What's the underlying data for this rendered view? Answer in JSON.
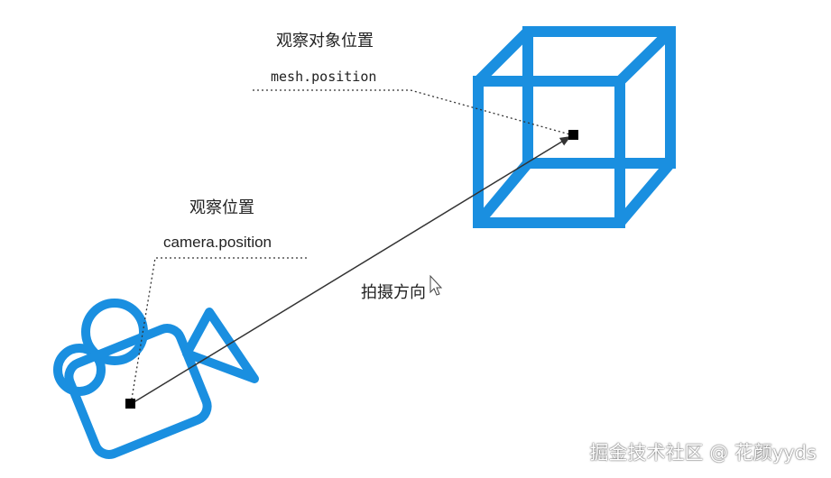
{
  "colors": {
    "accent": "#1a8fe0",
    "marker": "#000000",
    "line": "#333333"
  },
  "icons": {
    "cube": "cube-wireframe-icon",
    "camera": "movie-camera-icon",
    "cursor": "mouse-pointer-icon"
  },
  "labels": {
    "target_title": "观察对象位置",
    "target_code": "mesh.position",
    "camera_title": "观察位置",
    "camera_code": "camera.position",
    "direction": "拍摄方向"
  },
  "watermark": "掘金技术社区 @ 花颜yyds"
}
